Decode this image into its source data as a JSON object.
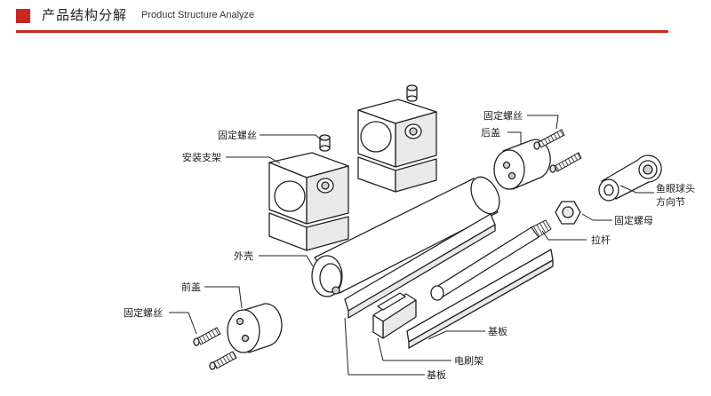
{
  "header": {
    "title_cn": "产品结构分解",
    "title_en": "Product Structure Analyze",
    "accent_color": "#c8281e"
  },
  "labels": {
    "screw_top": "固定螺丝",
    "mount_bracket": "安装支架",
    "rear_cover_screw": "固定螺丝",
    "rear_cover": "后盖",
    "rod_end_line1": "鱼眼球头",
    "rod_end_line2": "方向节",
    "nut": "固定螺母",
    "pull_rod": "拉杆",
    "housing": "外壳",
    "front_cover": "前盖",
    "front_screw": "固定螺丝",
    "base_plate_right": "基板",
    "brush_holder": "电刷架",
    "base_plate_bottom": "基板"
  }
}
